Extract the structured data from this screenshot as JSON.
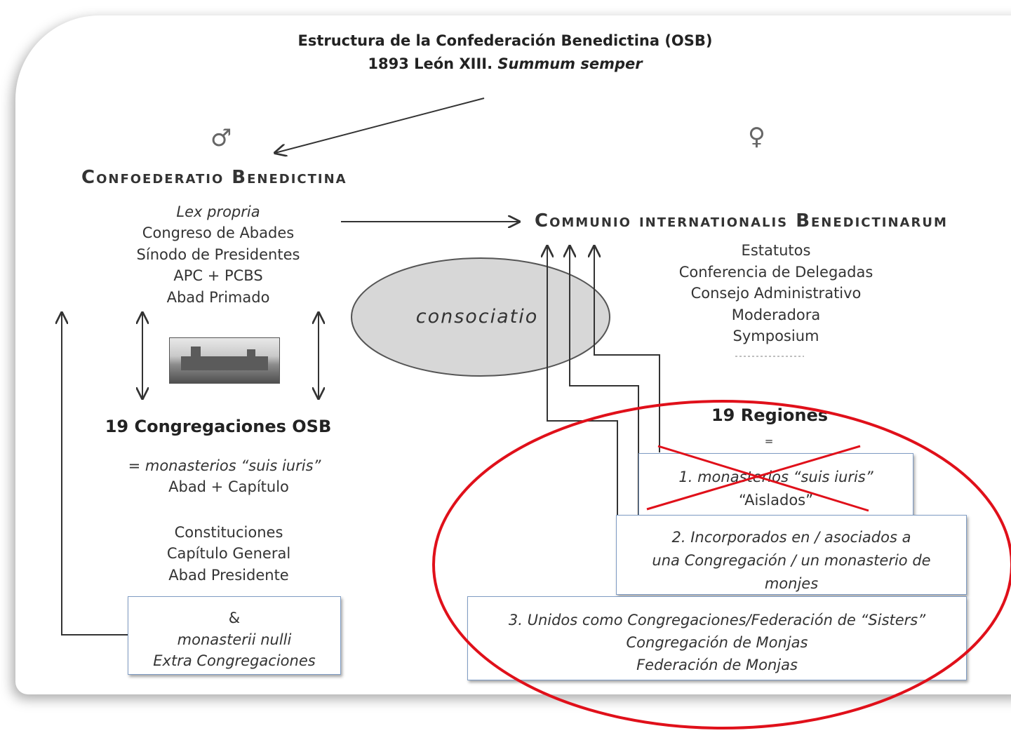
{
  "header": {
    "title": "Estructura de la Confederación Benedictina (OSB)",
    "subtitle_plain": "1893 León XIII.",
    "subtitle_italic": "Summum  semper"
  },
  "symbols": {
    "male": "♂",
    "female": "♀"
  },
  "left": {
    "heading": "Confoederatio Benedictina",
    "items": [
      "Lex propria",
      "Congreso de Abades",
      "Sínodo de Presidentes",
      "APC + PCBS",
      "Abad Primado"
    ],
    "congregations": "19 Congregaciones OSB",
    "suis_iuris": "= monasterios “suis iuris”",
    "abbot_chapter": "Abad + Capítulo",
    "governance": [
      "Constituciones",
      "Capítulo General",
      "Abad Presidente"
    ],
    "extra_box": [
      "&",
      "monasterii nulli",
      "Extra Congregaciones"
    ]
  },
  "center": {
    "ellipse_label": "consociatio"
  },
  "right": {
    "heading": "Communio internationalis Benedictinarum",
    "items": [
      "Estatutos",
      "Conferencia de Delegadas",
      "Consejo Administrativo",
      "Moderadora",
      "Symposium"
    ],
    "regions": "19 Regiones",
    "equals": "=",
    "box1": [
      "1. monasterios “suis iuris”",
      "“Aislados”"
    ],
    "box2": [
      "2. Incorporados en / asociados a",
      "una Congregación / un monasterio de",
      "monjes"
    ],
    "box3": [
      "3. Unidos como Congregaciones/Federación de “Sisters”",
      "Congregación de Monjas",
      "Federación de Monjas"
    ]
  },
  "colors": {
    "box_border": "#7f9cc4",
    "highlight": "#e0101a",
    "ellipse_fill": "#d7d7d7",
    "ellipse_stroke": "#555555"
  }
}
